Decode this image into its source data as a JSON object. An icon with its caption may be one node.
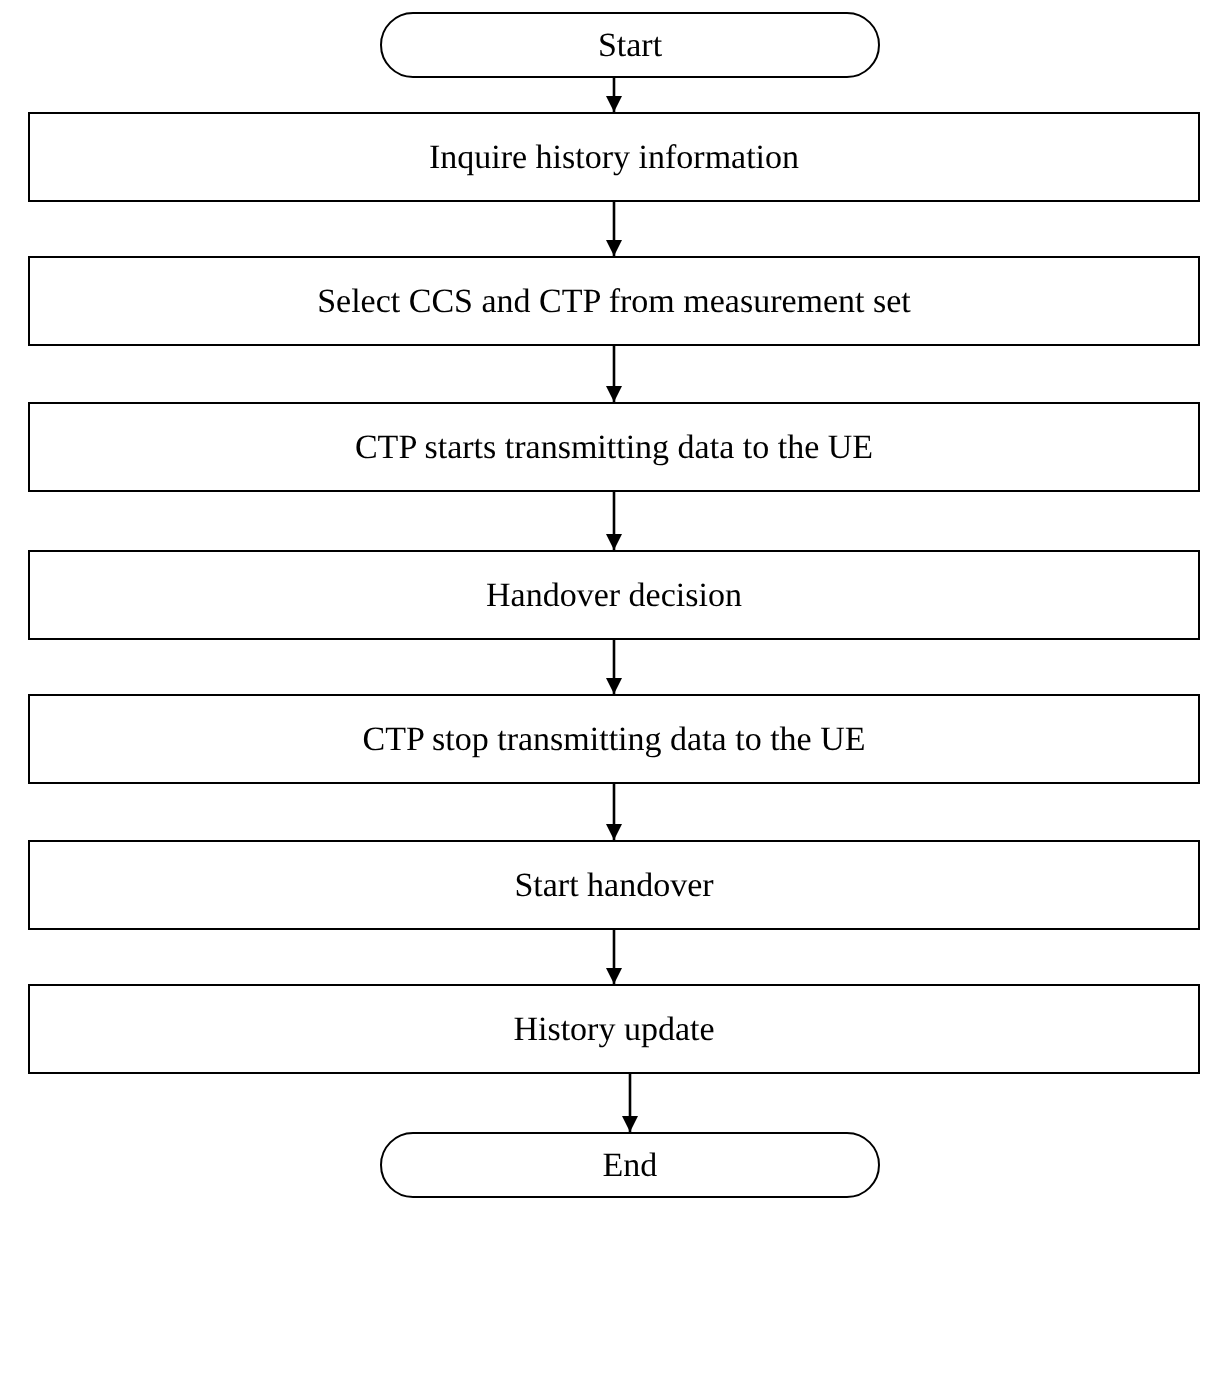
{
  "diagram": {
    "nodes": [
      {
        "text": [
          "Start"
        ]
      },
      {
        "text": [
          "Inquire history information"
        ]
      },
      {
        "text": [
          "Select CCS and CTP from measurement set"
        ]
      },
      {
        "text": [
          "CTP starts transmitting data to the UE"
        ]
      },
      {
        "text": [
          "Handover decision"
        ]
      },
      {
        "text": [
          "CTP stop transmitting data to the UE"
        ]
      },
      {
        "text": [
          "Start handover"
        ]
      },
      {
        "text": [
          "History update"
        ]
      },
      {
        "text": [
          "End"
        ]
      }
    ],
    "edges": [
      {
        "from": 0,
        "to": 1,
        "arrow": "to"
      },
      {
        "from": 1,
        "to": 2,
        "arrow": "to"
      },
      {
        "from": 2,
        "to": 3,
        "arrow": "to"
      },
      {
        "from": 3,
        "to": 4,
        "arrow": "to"
      },
      {
        "from": 4,
        "to": 5,
        "arrow": "to"
      },
      {
        "from": 5,
        "to": 6,
        "arrow": "to"
      },
      {
        "from": 6,
        "to": 7,
        "arrow": "to"
      },
      {
        "from": 7,
        "to": 8,
        "arrow": "to"
      }
    ]
  }
}
